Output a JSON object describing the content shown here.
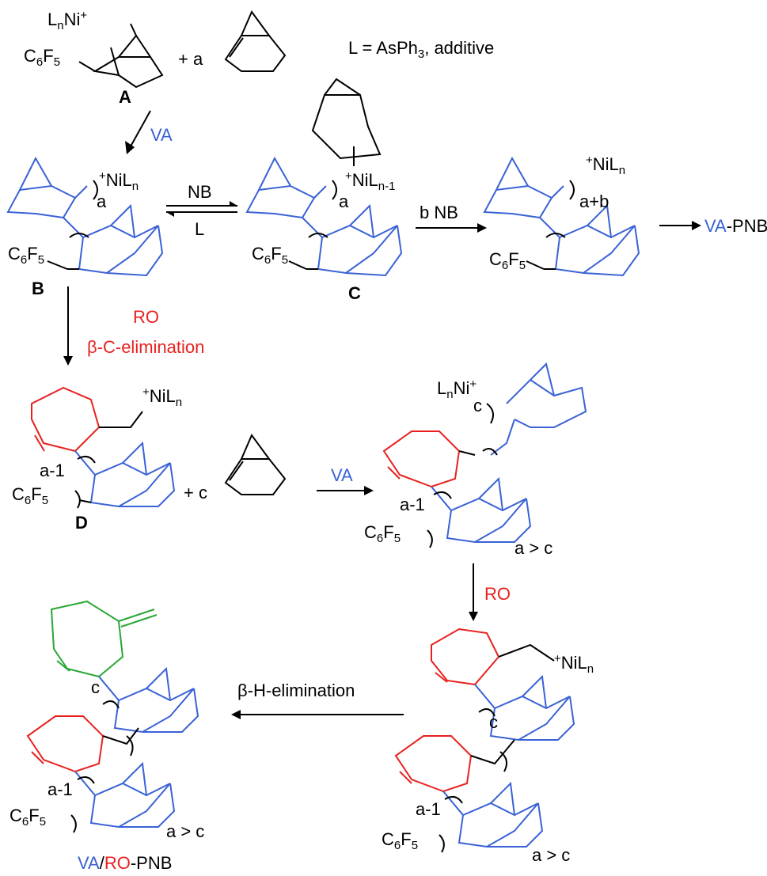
{
  "labels": {
    "A": "A",
    "B": "B",
    "C": "C",
    "D": "D",
    "plus_a": "+ a",
    "plus_c": "+ c",
    "ligand_def": "L =  AsPh",
    "ligand_def_sub": "3",
    "ligand_def_tail": ", additive",
    "arrow_VA_1": "VA",
    "arrow_NB": "NB",
    "arrow_L": "L",
    "arrow_bNB": "b NB",
    "product_VA_PNB_va": "VA",
    "product_VA_PNB_tail": "-PNB",
    "arrow_RO_1": "RO",
    "arrow_beta_C": "β-C-elimination",
    "arrow_VA_2": "VA",
    "arrow_RO_2": "RO",
    "arrow_beta_H": "β-H-elimination",
    "final_VA": "VA",
    "final_slash": "/",
    "final_RO": "RO",
    "final_tail": "-PNB",
    "a_gt_c": "a > c",
    "a": "a",
    "a_plus_b": "a+b",
    "a_minus_1": "a-1",
    "c": "c"
  },
  "colors": {
    "va": "#3a62d6",
    "ro": "#e8211f",
    "end": "#2aa637",
    "ink": "#000000"
  }
}
